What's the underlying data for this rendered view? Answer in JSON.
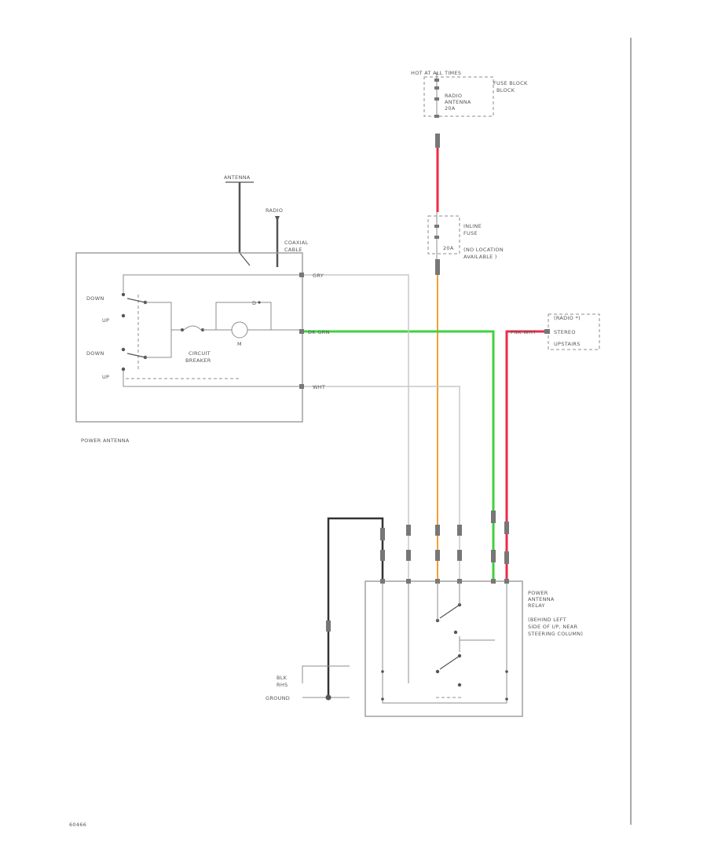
{
  "labels": {
    "hot_at_all_times": "HOT AT ALL TIMES",
    "fuse_block": "FUSE BLOCK",
    "fuse_rating_top": "RADIO",
    "fuse_rating_sub": "ANTENNA",
    "fuse_rating_amp": "20A",
    "inline_fuse_1": "INLINE",
    "inline_fuse_2": "FUSE",
    "inline_fuse_3": "(NO LOCATION",
    "inline_fuse_4": "AVAILABLE )",
    "inline_fuse_amp": "20A",
    "antenna_top": "ANTENNA",
    "radio_mark": "RADIO",
    "coaxial_1": "COAXIAL",
    "coaxial_2": "CABLE",
    "switch_down_1": "DOWN",
    "switch_up_1": "UP",
    "switch_down_2": "DOWN",
    "switch_up_2": "UP",
    "circuit_breaker_1": "CIRCUIT",
    "circuit_breaker_2": "BREAKER",
    "motor_label": "M",
    "wire_gry": "GRY",
    "wire_dkgrn": "DK GRN",
    "wire_wht": "WHT",
    "wire_pnkwht": "PNK WHT",
    "power_antenna": "POWER ANTENNA",
    "radio_1": "(RADIO *)",
    "radio_2": "STEREO",
    "radio_3": "UPSTAIRS",
    "relay_1": "POWER",
    "relay_2": "ANTENNA",
    "relay_3": "RELAY",
    "relay_4": "(BEHIND LEFT",
    "relay_5": "SIDE OF I/P, NEAR",
    "relay_6": "STEERING COLUMN)",
    "ground_1": "BLK",
    "ground_2": "RHS",
    "ground_3": "GROUND",
    "fig_id": "60466"
  },
  "colors": {
    "red": "#ee2b47",
    "orange": "#f5a032",
    "green": "#3ed23e",
    "gray": "#c8c8c8",
    "black": "#333333",
    "frame": "#9a9a9a"
  },
  "wires": [
    {
      "name": "red-feed",
      "color": "red"
    },
    {
      "name": "orange-feed",
      "color": "orange"
    },
    {
      "name": "green-signal",
      "color": "green"
    },
    {
      "name": "pink-feed",
      "color": "red"
    },
    {
      "name": "gray-signal",
      "color": "gray"
    },
    {
      "name": "white-signal",
      "color": "gray"
    },
    {
      "name": "black-ground",
      "color": "black"
    }
  ]
}
